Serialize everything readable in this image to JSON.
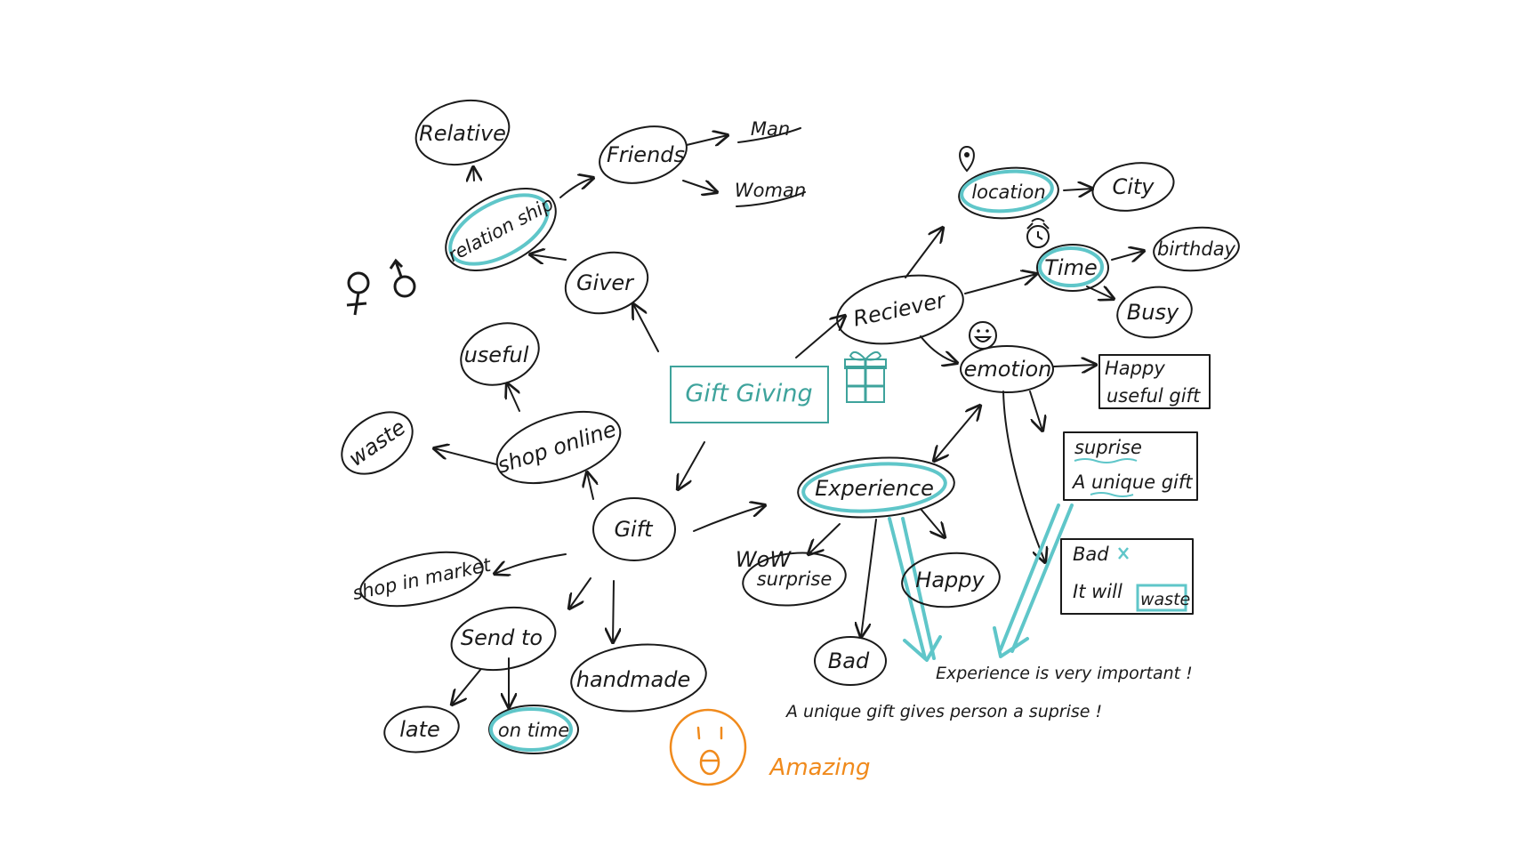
{
  "colors": {
    "ink": "#1a1a1a",
    "highlight": "#5fc6c9",
    "title_box": "#3ea39c",
    "accent": "#f08a1c"
  },
  "center": {
    "title": "Gift Giving"
  },
  "nodes": {
    "relative": "Relative",
    "relationship": "relation ship",
    "friends": "Friends",
    "man": "Man",
    "woman": "Woman",
    "giver": "Giver",
    "useful": "useful",
    "waste": "waste",
    "shop_online": "shop online",
    "gift": "Gift",
    "shop_in_market": "shop in market",
    "send_to": "Send to",
    "late": "late",
    "on_time": "on time",
    "handmade": "handmade",
    "reciever": "Reciever",
    "location": "location",
    "city": "City",
    "time": "Time",
    "birthday": "birthday",
    "busy": "Busy",
    "emotion": "emotion",
    "experience": "Experience",
    "wow": "WoW",
    "surprise": "surprise",
    "happy": "Happy",
    "bad": "Bad"
  },
  "boxes": {
    "box1": {
      "line1": "Happy",
      "line2": "useful gift"
    },
    "box2": {
      "line1": "suprise",
      "line2": "A unique gift"
    },
    "box3": {
      "line1": "Bad",
      "line2": "It will",
      "line3": "waste"
    }
  },
  "notes": {
    "note1": "Experience is very important !",
    "note2": "A unique gift gives person a suprise !",
    "amazing": "Amazing"
  },
  "icons": [
    "gift-icon",
    "female-symbol-icon",
    "male-symbol-icon",
    "location-pin-icon",
    "alarm-clock-icon",
    "smiley-face-icon",
    "surprised-face-icon",
    "cross-mark-icon"
  ]
}
